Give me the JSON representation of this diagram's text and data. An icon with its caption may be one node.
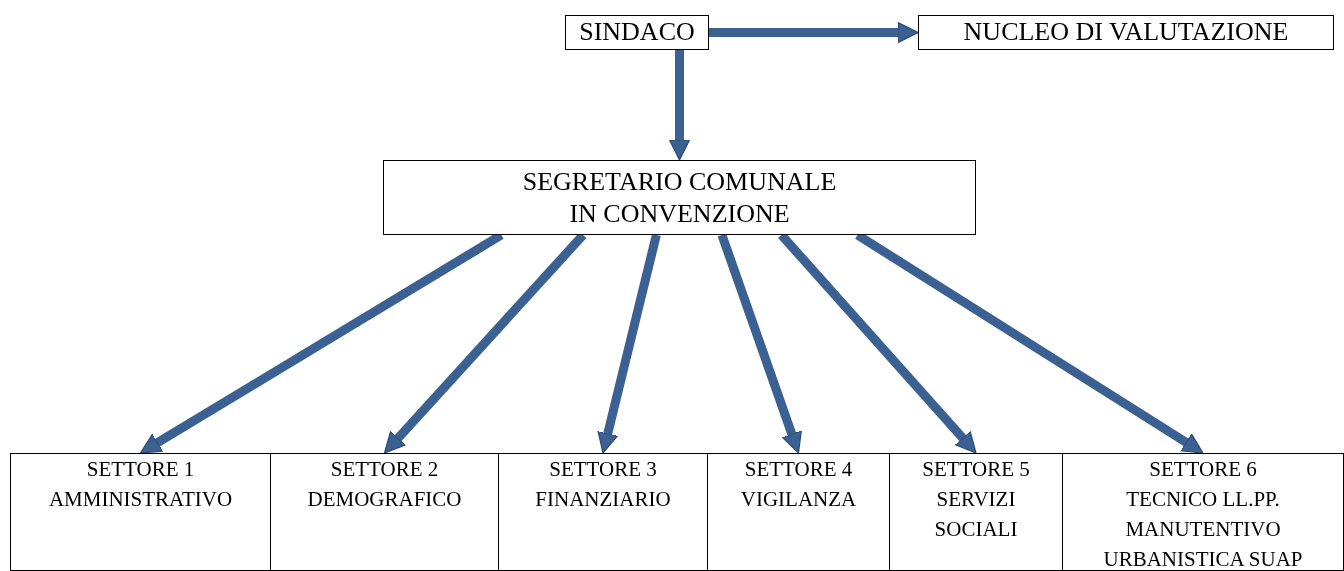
{
  "diagram": {
    "nodes": [
      {
        "text": [
          "SINDACO"
        ]
      },
      {
        "text": [
          "NUCLEO DI VALUTAZIONE"
        ]
      },
      {
        "text": [
          "SEGRETARIO COMUNALE IN CONVENZIONE"
        ]
      },
      {
        "text": [
          "SETTORE 1",
          "AMMINISTRATIVO"
        ]
      },
      {
        "text": [
          "SETTORE 2",
          "DEMOGRAFICO"
        ]
      },
      {
        "text": [
          "SETTORE 3",
          "FINANZIARIO"
        ]
      },
      {
        "text": [
          "SETTORE 4",
          "VIGILANZA"
        ]
      },
      {
        "text": [
          "SETTORE 5",
          "SERVIZI SOCIALI"
        ]
      },
      {
        "text": [
          "SETTORE 6",
          "TECNICO LL.PP. MANUTENTIVO URBANISTICA SUAP"
        ]
      }
    ],
    "edges": [
      {
        "from": 0,
        "to": 1,
        "arrow": "to"
      },
      {
        "from": 0,
        "to": 2,
        "arrow": "to"
      },
      {
        "from": 2,
        "to": 3,
        "arrow": "to"
      },
      {
        "from": 2,
        "to": 4,
        "arrow": "to"
      },
      {
        "from": 2,
        "to": 5,
        "arrow": "to"
      },
      {
        "from": 2,
        "to": 6,
        "arrow": "to"
      },
      {
        "from": 2,
        "to": 7,
        "arrow": "to"
      },
      {
        "from": 2,
        "to": 8,
        "arrow": "to"
      }
    ]
  }
}
